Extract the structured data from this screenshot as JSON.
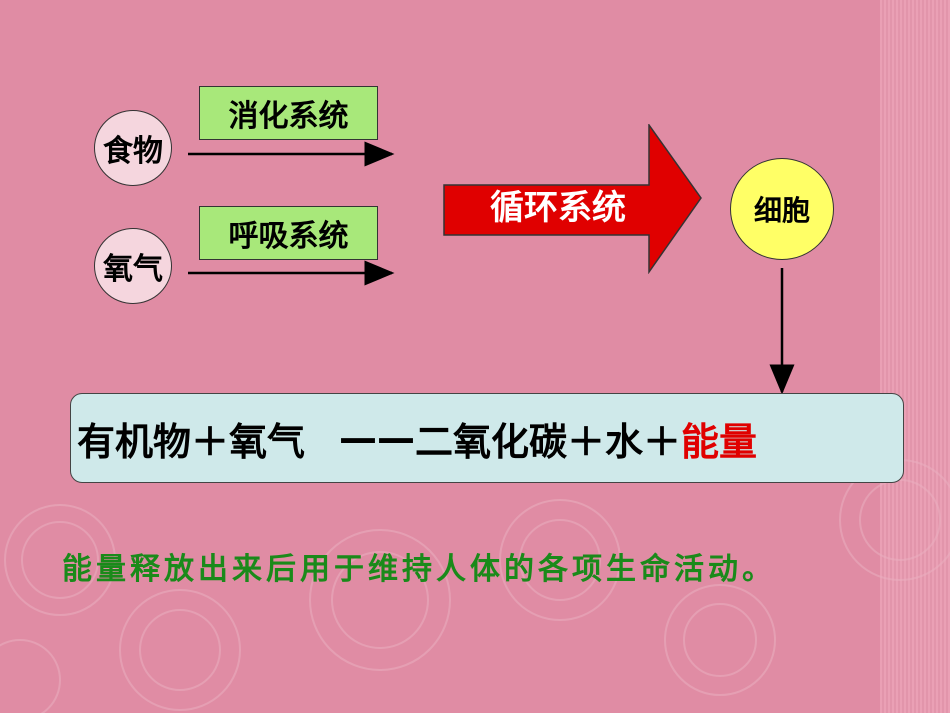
{
  "inputs": {
    "food": "食物",
    "oxygen": "氧气"
  },
  "systems": {
    "digestive": "消化系统",
    "respiratory": "呼吸系统",
    "circulatory": "循环系统"
  },
  "cell": "细胞",
  "equation": {
    "left": "有机物＋氧气",
    "dash": "——",
    "right": "二氧化碳＋水＋",
    "energy": "能量"
  },
  "note": "能量释放出来后用于维持人体的各项生命活动。",
  "colors": {
    "background": "#e08ca4",
    "system_box": "#a8e87a",
    "circulation_arrow": "#e00000",
    "cell_fill": "#ffff66",
    "equation_box": "#cfe9ea",
    "energy_text": "#e00000",
    "note_text": "#1a8a1a"
  }
}
